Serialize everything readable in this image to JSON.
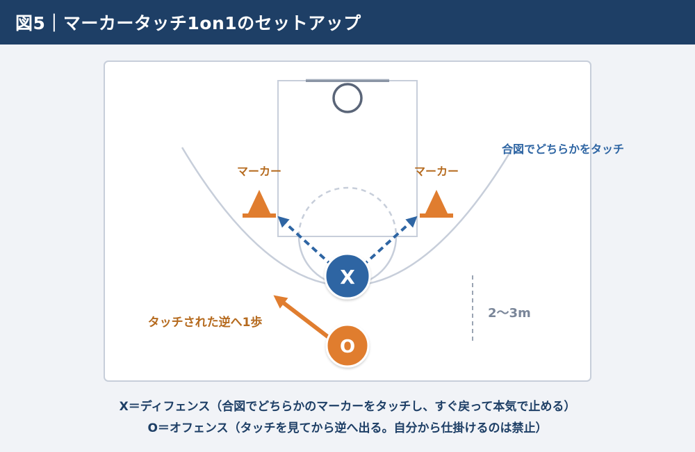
{
  "header": {
    "title": "図5｜マーカータッチ1on1のセットアップ"
  },
  "diagram": {
    "labels": {
      "marker_left": "マーカー",
      "marker_right": "マーカー",
      "touch_either": "合図でどちらかをタッチ",
      "step_opposite": "タッチされた逆へ1歩",
      "distance": "2〜3m",
      "defense_letter": "X",
      "offense_letter": "O"
    },
    "colors": {
      "header_bg": "#1e3f66",
      "court_line": "#c7ceda",
      "marker_orange": "#e07d2f",
      "defense_blue": "#2e65a3",
      "offense_orange": "#e07d2f",
      "label_brown": "#b56a1e",
      "label_blue": "#2e65a3",
      "distance_gray": "#7a8699"
    }
  },
  "caption": {
    "line1": "X＝ディフェンス（合図でどちらかのマーカーをタッチし、すぐ戻って本気で止める）",
    "line2": "O＝オフェンス（タッチを見てから逆へ出る。自分から仕掛けるのは禁止）"
  }
}
